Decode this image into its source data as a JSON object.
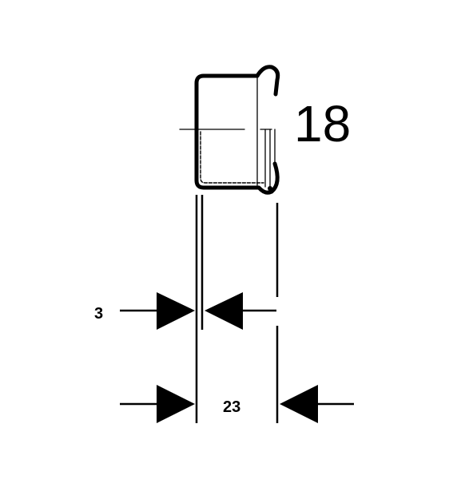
{
  "size_label": "18",
  "wall_thickness_label": "3",
  "width_label": "23",
  "colors": {
    "line": "#000000",
    "background": "#ffffff"
  }
}
